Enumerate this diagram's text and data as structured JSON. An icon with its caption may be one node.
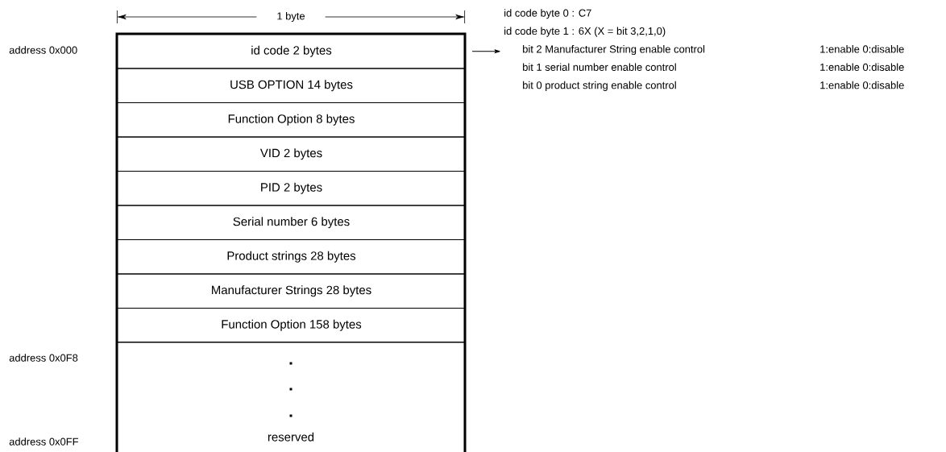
{
  "diagram": {
    "nodes": [
      {
        "text": [
          "id code 2 bytes"
        ]
      },
      {
        "text": [
          "USB OPTION 14 bytes"
        ]
      },
      {
        "text": [
          "Function Option 8 bytes"
        ]
      },
      {
        "text": [
          "VID 2 bytes"
        ]
      },
      {
        "text": [
          "PID 2 bytes"
        ]
      },
      {
        "text": [
          "Serial number 6 bytes"
        ]
      },
      {
        "text": [
          "Product strings 28 bytes"
        ]
      },
      {
        "text": [
          "Manufacturer Strings 28 bytes"
        ]
      },
      {
        "text": [
          "Function Option 158 bytes"
        ]
      },
      {
        "text": [
          "reserved"
        ]
      },
      {
        "text": [
          "id code byte 0  : C7",
          "id code byte 1  : 6X  (X = bit 3,2,1,0)",
          "bit 2 Manufacturer String enable control",
          "1:enable  0:disable",
          "bit 1 serial number enable control",
          "1:enable  0:disable",
          "bit 0 product string enable control",
          "1:enable  0:disable"
        ]
      }
    ],
    "edges": [
      {
        "from": 0,
        "to": 10,
        "arrow": "to"
      }
    ],
    "labels": [
      "1 byte",
      "address 0x000",
      "address 0x0F8",
      "address 0x0FF"
    ]
  }
}
